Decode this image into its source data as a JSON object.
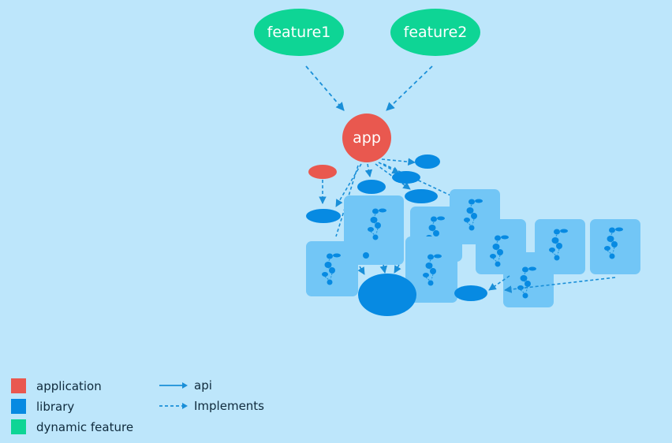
{
  "colors": {
    "background": "#bde6fb",
    "application": "#e9584f",
    "library": "#078ae2",
    "dynamic_feature": "#0ed595",
    "module_box": "#72c6f6",
    "edge": "#1a8fd8"
  },
  "nodes": {
    "feature1": "feature1",
    "feature2": "feature2",
    "app": "app"
  },
  "legend": {
    "application": "application",
    "library": "library",
    "dynamic_feature": "dynamic feature",
    "api": "api",
    "implements": "Implements"
  }
}
